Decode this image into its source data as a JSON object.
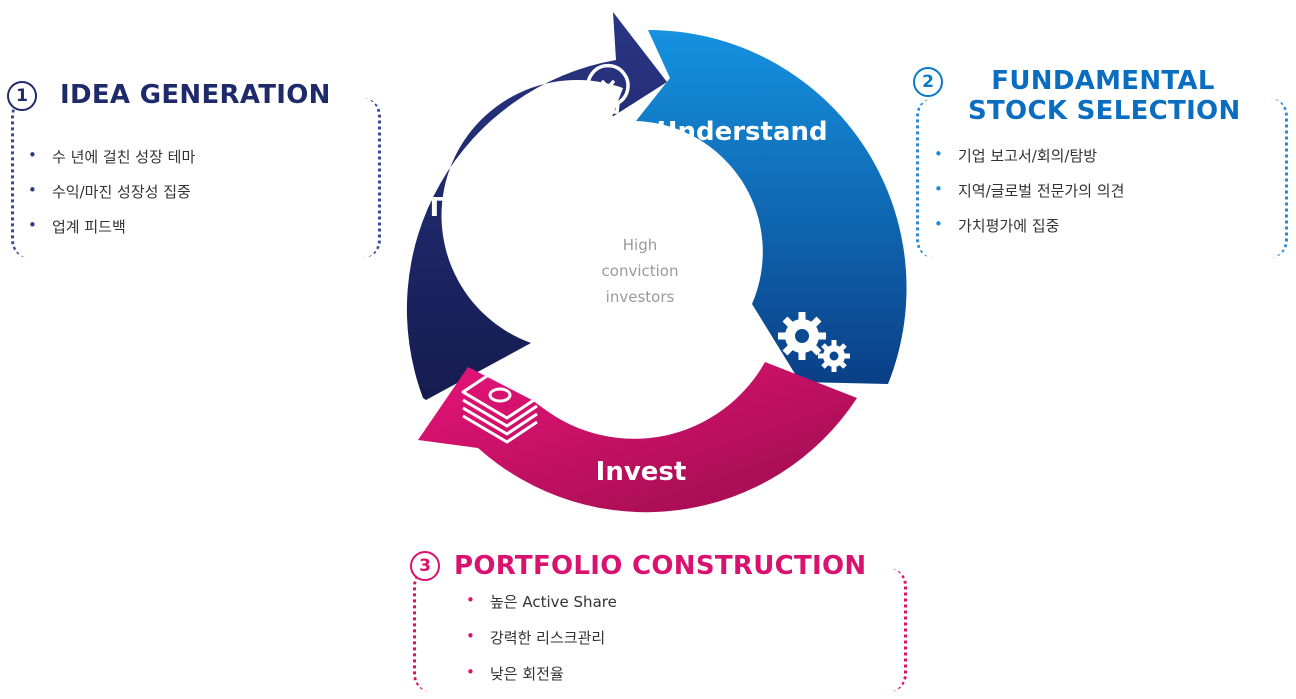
{
  "cycle": {
    "center_lines": [
      "High",
      "conviction",
      "investors"
    ],
    "think": "Think",
    "understand": "Understand",
    "invest": "Invest",
    "colors": {
      "think": "#1f2a6b",
      "understand": "#0a78c8",
      "invest": "#c3105e"
    }
  },
  "panels": {
    "idea": {
      "number": "1",
      "title": "IDEA GENERATION",
      "bullets": [
        "수 년에 걸친 성장 테마",
        "수익/마진 성장성 집중",
        "업계 피드백"
      ]
    },
    "fundamental": {
      "number": "2",
      "title_line1": "FUNDAMENTAL",
      "title_line2": "STOCK SELECTION",
      "bullets": [
        "기업 보고서/회의/탐방",
        "지역/글로벌 전문가의 의견",
        "가치평가에 집중"
      ]
    },
    "portfolio": {
      "number": "3",
      "title": "PORTFOLIO CONSTRUCTION",
      "bullets": [
        "높은 Active Share",
        "강력한 리스크관리",
        "낮은 회전율"
      ]
    }
  },
  "icons": [
    "lightbulb-icon",
    "gears-icon",
    "money-stack-icon"
  ]
}
